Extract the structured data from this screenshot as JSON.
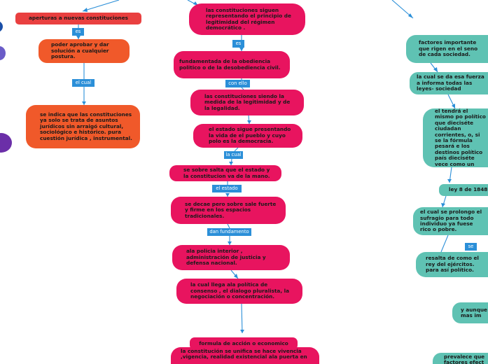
{
  "left": {
    "title": "aperturas a nuevas constituciones",
    "label1": "es",
    "node2": "poder aprobar y dar solución a cualquier postura.",
    "label2": "el cual",
    "node3": "se indica que las constituciones  ya solo se trata de asuntos jurídicos sin arraigó cultural, sociológico e histórico. pura cuestión jurídica , instrumental."
  },
  "center": {
    "nodes": [
      "las constituciones siguen representando el principio de legitimidad del régimen democrático .",
      "fundamentada de la obediencia politico o de la desobediencia civil.",
      "las constituciones siendo la medida de la legitimidad y de la legalidad.",
      "el estado sigue presentando la vida de el pueblo y cuyo polo es la democracia.",
      "se sobre salta que el estado y la constitucion va de la mano.",
      "se decae pero sobre sale fuerte y firme en los espacios tradicionales.",
      "ala policia interior , administración  de justicia y defensa nacional.",
      "la cual llega ala política de consenso , el dialogo pluralista, la negociación o concentración.",
      "formula de acción o economico",
      "la constitución se unifica  se hace vivencia ,vigencia, realidad existencial ala puerta en"
    ],
    "labels": [
      "es",
      "con ello",
      "la cual",
      "el estado",
      "dan fundamento"
    ]
  },
  "right": {
    "nodes": [
      "factores importante que rigen en el seno de cada sociedad.",
      "la cual se da esa fuerza a informa todas las leyes- sociedad",
      "la cual se resalta el tendrá el mismo po político que dieciséte ciudadan corrientes, o, si se la fórmula pesará e los destinos político país dieciséte vece como un simple  ciu",
      "ley 8 de 1848",
      "el cual se prolongo el sufragio para todo individuo ya fuese rico o pobre.",
      "resalta de como el rey del ejércitos. para así político.",
      "y aunque mas im",
      "prevalece que factores efect"
    ],
    "labels": [
      "se"
    ]
  },
  "colors": {
    "red": "#e94040",
    "orange": "#f0592a",
    "pink": "#e8145f",
    "teal": "#5fc2b3",
    "label": "#2b8fd8",
    "line": "#2b8fd8"
  }
}
